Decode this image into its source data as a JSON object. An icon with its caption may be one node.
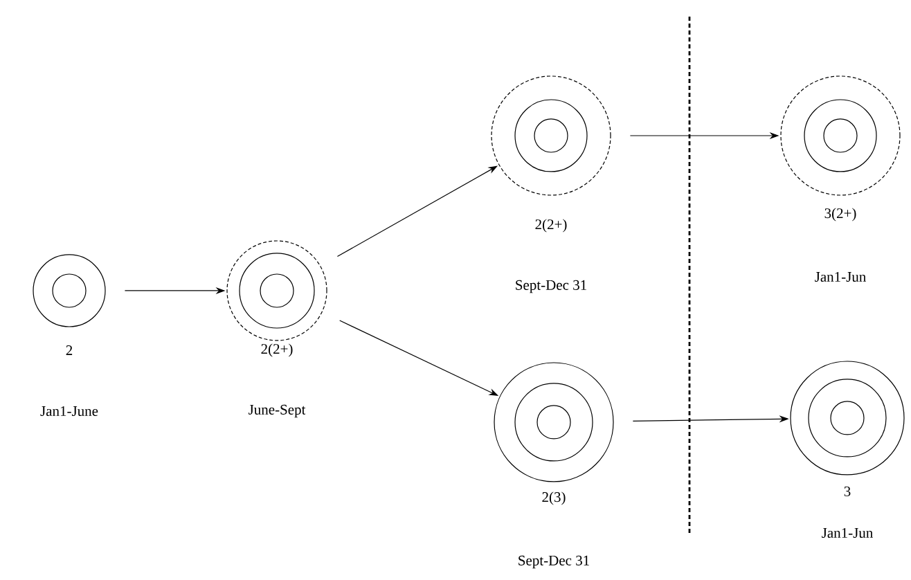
{
  "diagram": {
    "nodes": [
      {
        "text": [],
        "shape": "circle",
        "beside": [
          "2",
          "Jan1-June"
        ]
      },
      {
        "text": [],
        "shape": "circle",
        "beside": [
          "2(2+)",
          "June-Sept"
        ]
      },
      {
        "text": [],
        "shape": "circle",
        "beside": [
          "2(2+)",
          "Sept-Dec 31"
        ]
      },
      {
        "text": [],
        "shape": "circle",
        "beside": [
          "2(3)",
          "Sept-Dec 31"
        ]
      },
      {
        "text": [],
        "shape": "circle",
        "beside": [
          "3(2+)",
          "Jan1-Jun"
        ]
      },
      {
        "text": [],
        "shape": "circle",
        "beside": [
          "3",
          "Jan1-Jun"
        ]
      }
    ],
    "edges": [
      {
        "from": 0,
        "to": 1,
        "arrow": "to"
      },
      {
        "from": 1,
        "to": 2,
        "arrow": "to"
      },
      {
        "from": 1,
        "to": 3,
        "arrow": "to"
      },
      {
        "from": 2,
        "to": 4,
        "arrow": "to"
      },
      {
        "from": 3,
        "to": 5,
        "arrow": "to"
      }
    ]
  }
}
